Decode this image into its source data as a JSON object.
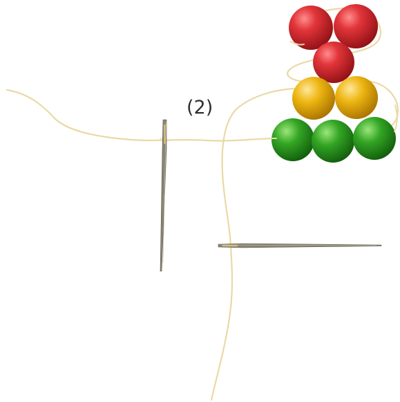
{
  "step_label": "(2)",
  "colors": {
    "thread": "#ead9a6",
    "thread_shadow": "#cdbb86",
    "needle": "#6f6a5c",
    "needle_eye": "#c9a64c",
    "red_bead": "#d7262a",
    "yellow_bead": "#e9b10b",
    "green_bead": "#2f9a1f"
  },
  "beads": {
    "red_count": 3,
    "yellow_count": 2,
    "green_count": 3
  },
  "icons": [
    "needle-icon",
    "bead-icon",
    "thread-icon"
  ]
}
